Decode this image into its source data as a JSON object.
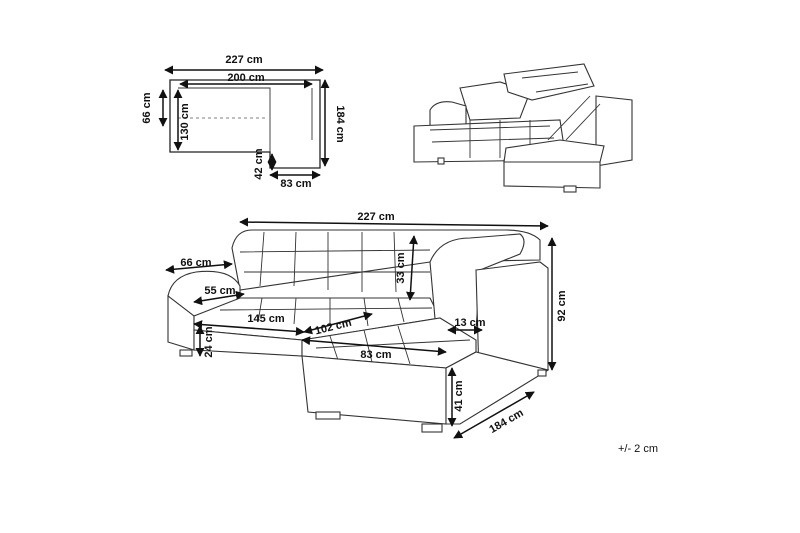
{
  "plan": {
    "total_width": "227 cm",
    "bed_width": "200 cm",
    "armrest_depth": "66 cm",
    "bed_length": "130 cm",
    "chaise_length": "184 cm",
    "step_height": "42 cm",
    "chaise_width": "83 cm"
  },
  "front_view": {
    "total_width": "227 cm",
    "arm_width": "66 cm",
    "seat_depth": "55 cm",
    "seat_width": "145 cm",
    "corner_depth": "102 cm",
    "back_height": "33 cm",
    "arm_thickness": "13 cm",
    "total_height": "92 cm",
    "seat_height": "24 cm",
    "chaise_width": "83 cm",
    "chaise_height": "41 cm",
    "chaise_length": "184 cm"
  },
  "tolerance": "+/- 2 cm"
}
